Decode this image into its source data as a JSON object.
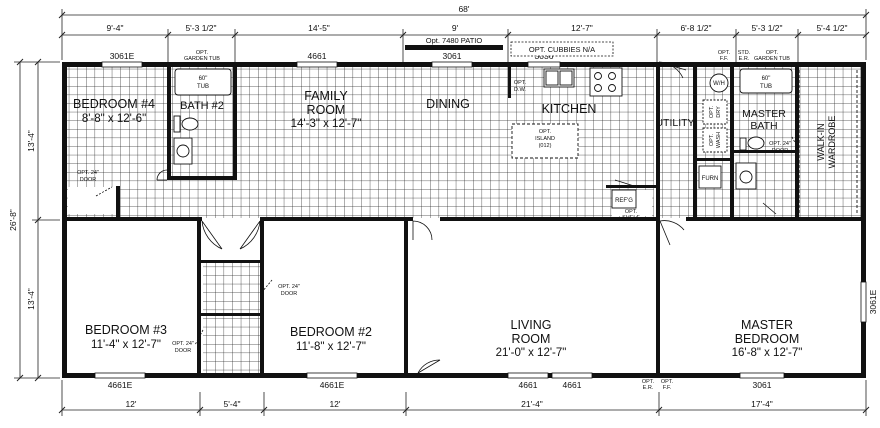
{
  "plan": {
    "overall_width": "68'",
    "overall_depth": "26'-8\"",
    "depth_top": "13'-4\"",
    "depth_bottom": "13'-4\"",
    "top_dims": [
      "9'-4\"",
      "5'-3 1/2\"",
      "14'-5\"",
      "9'",
      "12'-7\"",
      "6'-8 1/2\"",
      "5'-3 1/2\"",
      "5'-4 1/2\""
    ],
    "bottom_dims": [
      "12'",
      "5'-4\"",
      "12'",
      "21'-4\"",
      "17'-4\""
    ]
  },
  "rooms": {
    "bedroom4": {
      "name": "BEDROOM #4",
      "dims": "8'-8\" x 12'-6\""
    },
    "bath2": {
      "name": "BATH #2"
    },
    "family": {
      "line1": "FAMILY",
      "line2": "ROOM",
      "dims": "14'-3\" x 12'-7\""
    },
    "dining": {
      "name": "DINING"
    },
    "kitchen": {
      "name": "KITCHEN"
    },
    "utility": {
      "name": "UTILITY"
    },
    "master_bath": {
      "line1": "MASTER",
      "line2": "BATH"
    },
    "wardrobe": {
      "line1": "WALK-IN",
      "line2": "WARDROBE"
    },
    "bedroom3": {
      "name": "BEDROOM #3",
      "dims": "11'-4\" x 12'-7\""
    },
    "bedroom2": {
      "name": "BEDROOM #2",
      "dims": "11'-8\" x 12'-7\""
    },
    "living": {
      "line1": "LIVING",
      "line2": "ROOM",
      "dims": "21'-0\" x 12'-7\""
    },
    "master_bed": {
      "line1": "MASTER",
      "line2": "BEDROOM",
      "dims": "16'-8\" x 12'-7\""
    }
  },
  "windows": {
    "top_1": "3061E",
    "top_2": "4661",
    "top_3": "3061",
    "top_4": "3036",
    "bottom_1": "4661E",
    "bottom_2": "4661E",
    "bottom_3": "4661",
    "bottom_4": "4661",
    "bottom_5": "3061",
    "right_1": "3061E"
  },
  "notes": {
    "patio": "Opt. 7480 PATIO",
    "cubbies": "OPT. CUBBIES N/A",
    "opt_garden_tub_1a": "OPT.",
    "opt_garden_tub_1b": "GARDEN TUB",
    "tub_60_a": "60\"",
    "tub_60_b": "TUB",
    "tub_60_c": "60\"",
    "tub_60_d": "TUB",
    "opt_ff_a": "OPT.",
    "opt_ff_b": "F.F.",
    "std_er_a": "STD.",
    "std_er_b": "E.R.",
    "opt_garden_tub_2a": "OPT.",
    "opt_garden_tub_2b": "GARDEN TUB",
    "island_a": "OPT.",
    "island_b": "ISLAND",
    "island_c": "(012)",
    "dw_a": "OPT.",
    "dw_b": "D.W.",
    "refg": "REF'G",
    "shelf_a": "OPT.",
    "shelf_b": "SHELF",
    "wh": "W/H",
    "dry_a": "OPT.",
    "dry_b": "DRY",
    "wash_a": "OPT.",
    "wash_b": "WASH",
    "furn": "FURN",
    "door24_a": "OPT. 24\"",
    "door24_b": "DOOR",
    "door24_c": "OPT. 24\"",
    "door24_d": "DOOR",
    "door24_e": "OPT. 24\"",
    "door24_f": "DOOR",
    "door24_g": "OPT. 24\"",
    "door24_h": "DOOR",
    "opt_er_a": "OPT.",
    "opt_er_b": "E.R.",
    "opt_ff2_a": "OPT.",
    "opt_ff2_b": "F.F."
  }
}
